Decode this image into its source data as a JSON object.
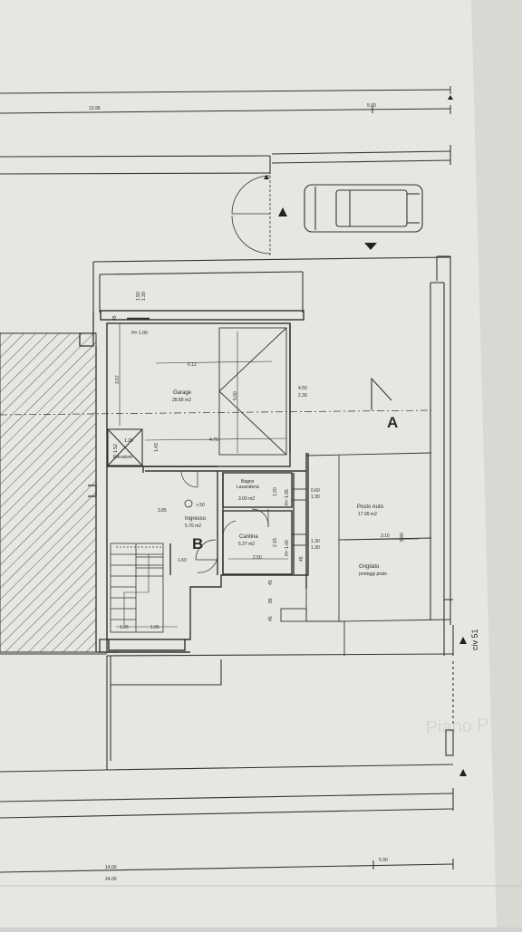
{
  "plan": {
    "dims": {
      "top_left": "13.95",
      "top_right": "5.00",
      "bottom_left": "14.00",
      "bottom_right": "5.00",
      "bottom_cut": "24.00",
      "d_150": "1.50",
      "d_130": "1.30",
      "d_45": "45",
      "h_100": "H= 1.00",
      "d_612": "6.12",
      "d_357": "3.57",
      "d_500": "5.00",
      "d_450": "4.50",
      "d_230": "2.30",
      "d_476": "4.76",
      "d_143": "1.43",
      "d_128": "1.28",
      "d_152": "1.52",
      "d_385": "3.85",
      "d_050": "+.50",
      "d_120": "1.20",
      "h_105": "H= 1.05",
      "d_060": "0.60",
      "d_130b": "1.30",
      "d_130c": "1.30",
      "d_130d": "1.30",
      "d_215": "2.15",
      "h_100b": "H= 1.00",
      "d_250": "2.50",
      "d_160": "1.60",
      "d_310": "3.10",
      "d_580": "5.80",
      "d_45b": "45",
      "d_45c": "45",
      "d_85": "85",
      "d_45d": "45",
      "d_105": "1.05",
      "d_105b": "1.05"
    },
    "rooms": {
      "garage_name": "Garage",
      "garage_area": "28.89 m2",
      "elevator": "Elevatore",
      "ingresso_name": "Ingresso",
      "ingresso_area": "5.76 m2",
      "bagno_name": "Bagno",
      "bagno_sub": "Lavanderia",
      "bagno_area": "3.00 m2",
      "cantina_name": "Cantina",
      "cantina_area": "5.37 m2",
      "posto_name": "Posto Auto",
      "posto_area": "17.99 m2",
      "grigliato_1": "Grigliato",
      "grigliato_2": "proteggi prato"
    },
    "labels": {
      "zone_a": "A",
      "zone_b": "B",
      "civ": "civ 51",
      "faded": "Piano P"
    }
  }
}
